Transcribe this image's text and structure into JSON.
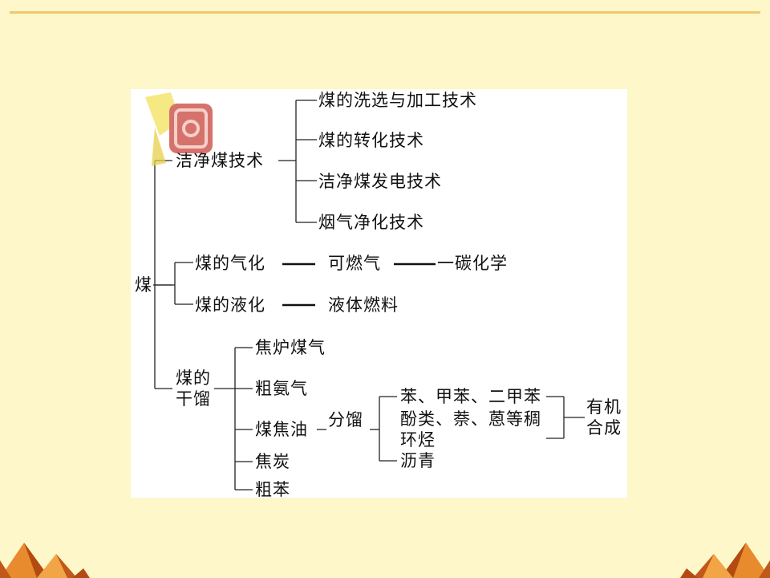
{
  "diagram": {
    "root": "煤",
    "clean_tech": {
      "label": "洁净煤技术",
      "items": [
        "煤的洗选与加工技术",
        "煤的转化技术",
        "洁净煤发电技术",
        "烟气净化技术"
      ]
    },
    "gasification": {
      "label": "煤的气化",
      "product": "可燃气",
      "result": "一碳化学"
    },
    "liquefaction": {
      "label": "煤的液化",
      "product": "液体燃料"
    },
    "distillation": {
      "label_line1": "煤的",
      "label_line2": "干馏",
      "products": [
        "焦炉煤气",
        "粗氨气",
        "煤焦油",
        "焦炭",
        "粗苯"
      ],
      "fractionation": "分馏",
      "fractions": [
        "苯、甲苯、二甲苯",
        "酚类、萘、蒽等稠",
        "环烃",
        "沥青"
      ],
      "synthesis_line1": "有机",
      "synthesis_line2": "合成"
    }
  },
  "colors": {
    "background": "#fdf7c9",
    "accent": "#f1c76d",
    "deco_dark": "#b34a12",
    "deco_light": "#e88a2e"
  }
}
